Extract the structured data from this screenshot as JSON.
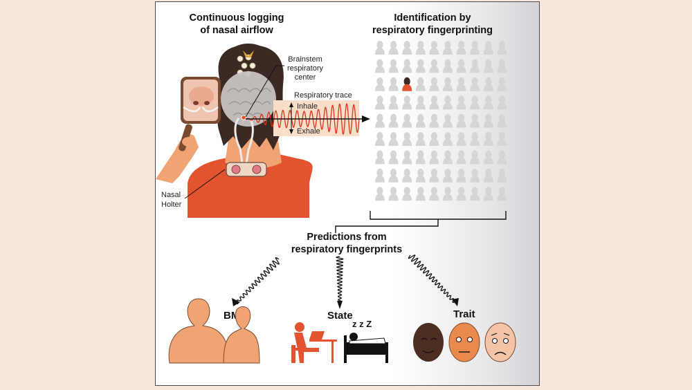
{
  "headers": {
    "logging": [
      "Continuous logging",
      "of nasal airflow"
    ],
    "identification": [
      "Identification by",
      "respiratory fingerprinting"
    ],
    "predictions": [
      "Predictions from",
      "respiratory fingerprints"
    ]
  },
  "labels": {
    "brainstem": [
      "Brainstem",
      "respiratory",
      "center"
    ],
    "trace": "Respiratory trace",
    "inhale": "Inhale",
    "exhale": "Exhale",
    "holter": [
      "Nasal",
      "Holter"
    ]
  },
  "categories": {
    "bmi": "BMI",
    "state": "State",
    "trait": "Trait"
  },
  "sleep_glyph": "z z Z",
  "colors": {
    "accent": "#e0532a",
    "shirt": "#e3532f",
    "skin": "#f0a373",
    "hair": "#3b2a23",
    "silhouette": "#d5d5d5",
    "trace": "#d8331a",
    "trace_band": "#f8ddc8"
  },
  "grid": {
    "rows": 9,
    "cols": 10,
    "highlight_row": 2,
    "highlight_col": 2
  }
}
